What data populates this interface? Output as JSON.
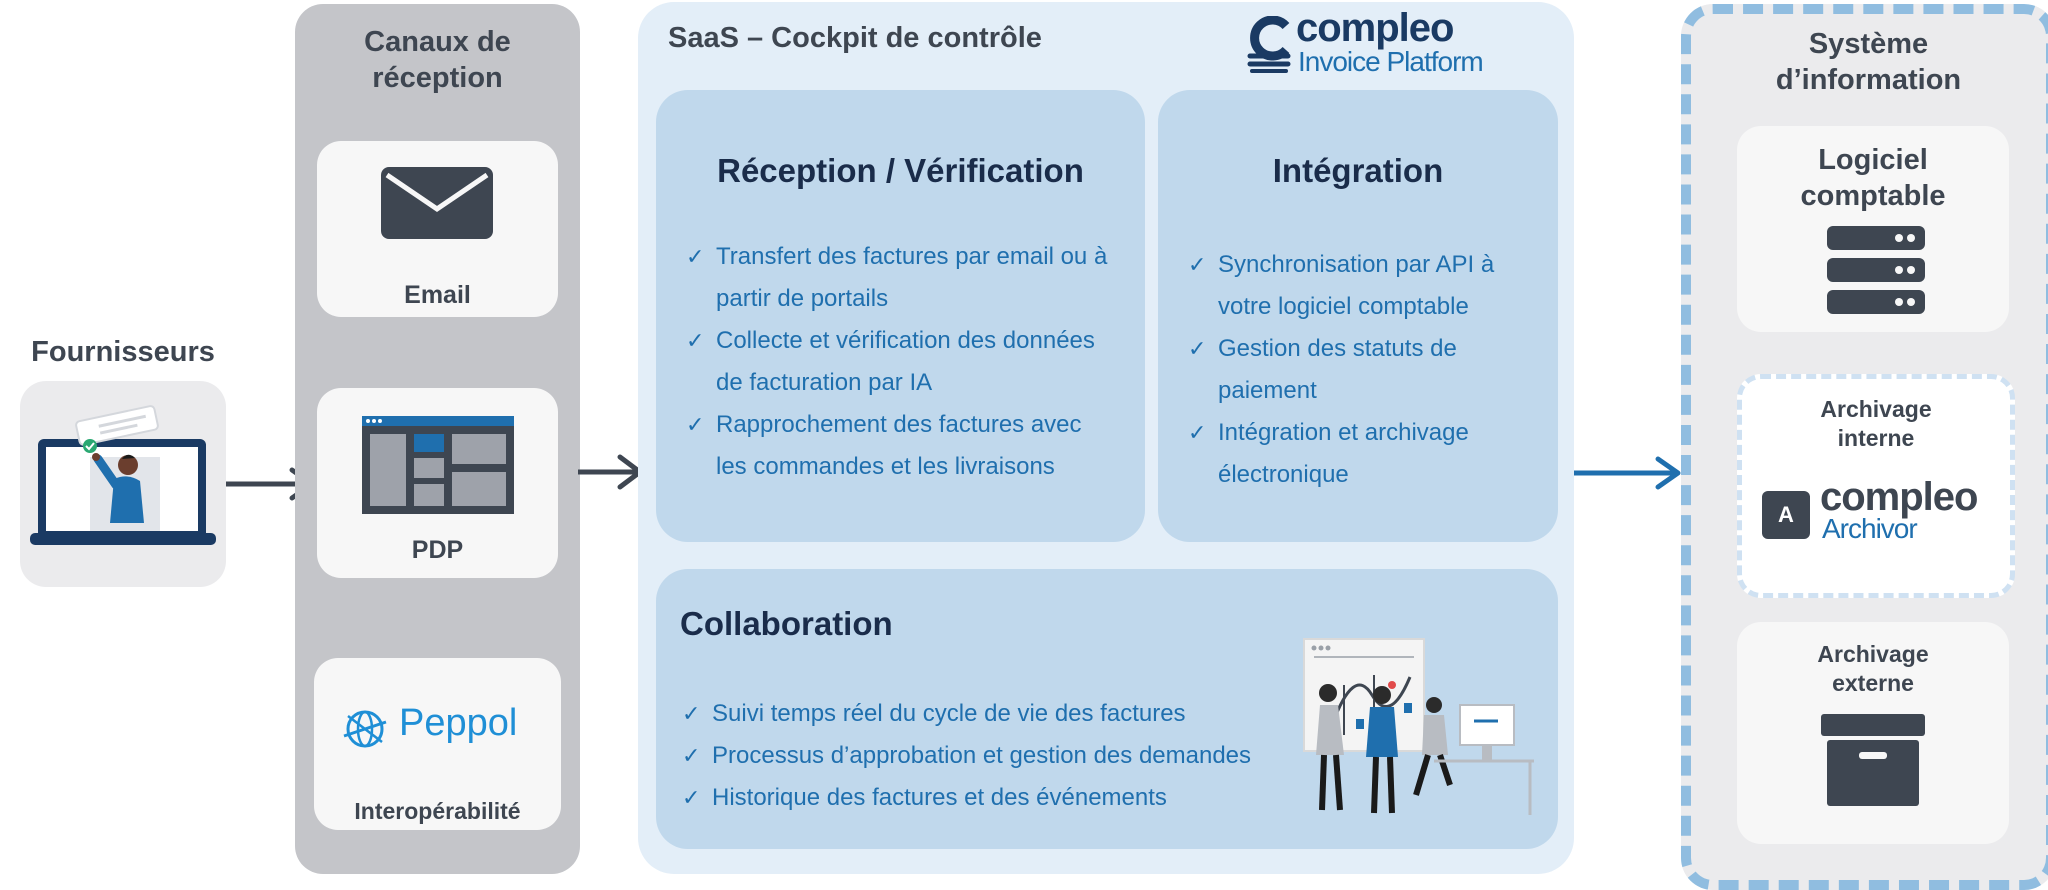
{
  "suppliers": {
    "title": "Fournisseurs"
  },
  "channels": {
    "title": "Canaux de réception",
    "items": [
      {
        "label": "Email",
        "icon": "envelope-icon"
      },
      {
        "label": "PDP",
        "icon": "portal-window-icon"
      },
      {
        "label": "Interopérabilité",
        "logo_text": "Peppol",
        "icon": "peppol-globe-icon"
      }
    ]
  },
  "saas": {
    "title": "SaaS – Cockpit de contrôle",
    "logo": {
      "line1": "compleo",
      "line2": "Invoice Platform"
    },
    "reception": {
      "title": "Réception / Vérification",
      "items": [
        {
          "line1": "Transfert des factures par email ou à",
          "line2": "partir de portails"
        },
        {
          "line1": "Collecte et vérification des données",
          "line2": "de facturation par IA"
        },
        {
          "line1": "Rapprochement des factures avec",
          "line2": "les commandes et les livraisons"
        }
      ]
    },
    "integration": {
      "title": "Intégration",
      "items": [
        {
          "line1": "Synchronisation par API à",
          "line2": "votre logiciel comptable"
        },
        {
          "line1": "Gestion des statuts de",
          "line2": "paiement"
        },
        {
          "line1": "Intégration et archivage",
          "line2": "électronique"
        }
      ]
    },
    "collaboration": {
      "title": "Collaboration",
      "items": [
        "Suivi temps réel du cycle de vie des factures",
        "Processus d’approbation et gestion des demandes",
        "Historique des factures et des événements"
      ]
    }
  },
  "system": {
    "title_line1": "Système",
    "title_line2": "d’information",
    "accounting": {
      "line1": "Logiciel",
      "line2": "comptable",
      "icon": "server-stack-icon"
    },
    "internal": {
      "line1": "Archivage",
      "line2": "interne",
      "logo": {
        "badge": "A",
        "line1": "compleo",
        "line2": "Archivor"
      }
    },
    "external": {
      "line1": "Archivage",
      "line2": "externe",
      "icon": "archive-box-icon"
    }
  },
  "colors": {
    "accent_blue": "#1f6fae",
    "dark_navy": "#1a2c4a",
    "panel_light": "#e3eef8",
    "panel_mid": "#c0d8ec",
    "gray_column": "#c4c5c9",
    "card_bg": "#f7f7f7",
    "dashed_border": "#90bde0"
  }
}
